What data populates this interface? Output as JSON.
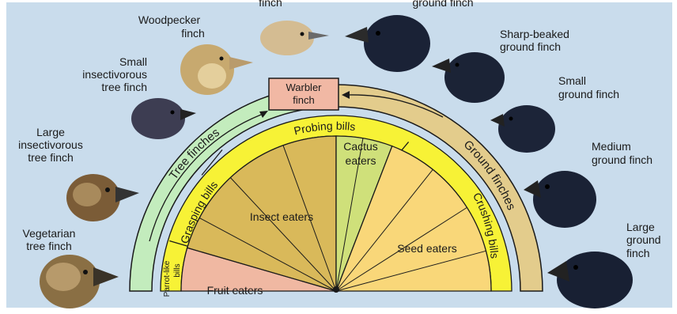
{
  "wedges": {
    "fruit": "Fruit eaters",
    "insect": "Insect eaters",
    "cactus": [
      "Cactus",
      "eaters"
    ],
    "seed": "Seed eaters"
  },
  "bands": {
    "parrot": [
      "Parrot-like",
      "bills"
    ],
    "grasping": "Grasping bills",
    "probing": "Probing bills",
    "crushing": "Crushing bills"
  },
  "outer": {
    "tree": "Tree finches",
    "warbler": [
      "Warbler",
      "finch"
    ],
    "ground": "Ground finches"
  },
  "finches": {
    "vegetarian": [
      "Vegetarian",
      "tree finch"
    ],
    "large_insectivorous": [
      "Large",
      "insectivorous",
      "tree finch"
    ],
    "small_insectivorous": [
      "Small",
      "insectivorous",
      "tree finch"
    ],
    "woodpecker": [
      "Woodpecker",
      "finch"
    ],
    "top_partial": "finch",
    "top_right_partial": "ground finch",
    "sharp_beaked": [
      "Sharp-beaked",
      "ground finch"
    ],
    "small_ground": [
      "Small",
      "ground finch"
    ],
    "medium_ground": [
      "Medium",
      "ground finch"
    ],
    "large_ground": [
      "Large",
      "ground",
      "finch"
    ]
  },
  "colors": {
    "background": "#c9dcec",
    "tree_ring": "#c3ecbd",
    "ground_ring": "#e3cc8c",
    "warbler_box": "#f1b8a4",
    "yellow_band": "#f7f236",
    "insect_fill": "#d9b95a",
    "seed_fill": "#f9d779",
    "cactus_fill": "#cfe07a",
    "fruit_fill": "#f0b8a2"
  }
}
